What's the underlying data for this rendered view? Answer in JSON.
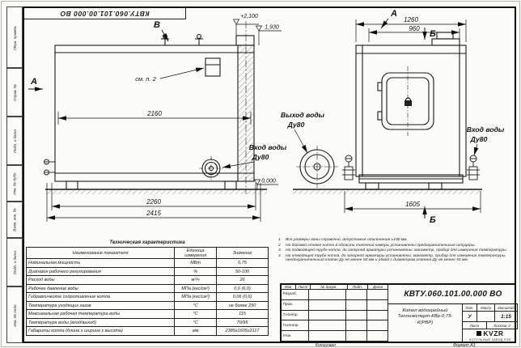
{
  "sheet": {
    "stamp_top_inverted": "КВТУ.060.101.00.000 ВО",
    "format_label": "Формат А3",
    "copied_label": "Копировал",
    "margin_labels": {
      "perv": "Перв. примен.",
      "sprav": "Справ. №",
      "podp1": "Подп. и дата",
      "inv_dubl": "Инв. № дубл.",
      "vzam": "Взам. инв. №",
      "podp2": "Подп. и дата",
      "inv_podl": "Инв. № подл."
    }
  },
  "drawing": {
    "view_b": "В",
    "view_a_left": "А",
    "view_a_top": "А",
    "section_b_top": "Б",
    "section_b_bottom": "Б",
    "see_note": "см. п. 2",
    "elev_top": "+2,100",
    "elev_mid": "1,930",
    "elev_zero": "0,000",
    "dim_inner_width": "2160",
    "dim_body_width": "2260",
    "dim_total_width": "2415",
    "dim_side_total": "1260",
    "dim_side_inner": "960",
    "dim_side_bottom": "1605",
    "outlet_title": "Выход воды",
    "outlet_dn": "Ду80",
    "inlet_title": "Вход воды",
    "inlet_dn": "Ду80",
    "inlet2_title": "Вход воды",
    "inlet2_dn": "Ду80"
  },
  "tech": {
    "title": "Техническая характеристика",
    "col_name": "Наименование показателя",
    "col_unit": "Единица измерения",
    "col_value": "Значение",
    "rows": [
      {
        "name": "Номинальная мощность",
        "unit": "МВт",
        "value": "0,75"
      },
      {
        "name": "Диапазон рабочего регулирования",
        "unit": "%",
        "value": "50-100"
      },
      {
        "name": "Расход воды",
        "unit": "м³/ч",
        "value": "26"
      },
      {
        "name": "Рабочее давление воды",
        "unit": "МПа (кгс/см²)",
        "value": "0,6 (6,0)"
      },
      {
        "name": "Гидравлическое сопротивление котла",
        "unit": "МПа (кгс/см²)",
        "value": "0,06 (0,6)"
      },
      {
        "name": "Температура уходящих газов",
        "unit": "°С",
        "value": "не более 250"
      },
      {
        "name": "Максимальная рабочая температура воды",
        "unit": "°С",
        "value": "115"
      },
      {
        "name": "Температура воды (вход/выход)",
        "unit": "°С",
        "value": "70/95"
      },
      {
        "name": "Габариты котла (длина х ширина х высота)",
        "unit": "мм",
        "value": "2385х1605х2117"
      }
    ]
  },
  "notes": [
    {
      "num": "1",
      "text": "Все размеры даны справочно, допустимые отклонения ±100 мм."
    },
    {
      "num": "2",
      "text": "На боковой стенке котла в области топочной камеры установлены предохранительные штуцеры."
    },
    {
      "num": "3",
      "text": "На подводящей трубе котла, до запорной арматуры установлены: манометр, прибор для измерения температуры."
    },
    {
      "num": "4",
      "text": "На отводящей трубе котла, до запорной арматуры установлены: манометр, прибор для измерения температуры, предохранительный клапан Ду не менее 50 мм и обвод с диаметром клапана Ду не менее 50 мм."
    }
  ],
  "title_block": {
    "doc_number": "КВТУ.060.101.00.000 ВО",
    "product_name": "Котел водогрейный Теплоэксперт-КВр-0,75-К(РВР)",
    "cols": {
      "izm": "Изм.",
      "list": "Лист",
      "doc": "№ докум.",
      "podp": "Подп.",
      "data": "Дата"
    },
    "rows": {
      "razrab": "Разраб.",
      "prov": "Пров.",
      "tkontr": "Т.контр.",
      "nkontr": "Н.контр.",
      "utv": "Утв."
    },
    "lit_label": "Лит.",
    "lit_value": "У",
    "mass_label": "Масса",
    "scale_label": "Масштаб",
    "scale_value": "1:15",
    "sheet_label": "Лист",
    "sheets_label": "Листов",
    "sheets_value": "2",
    "company_abbr": "KVZR",
    "company_name": "КОТЕЛЬНЫЙ ЗАВОД РЭП"
  }
}
